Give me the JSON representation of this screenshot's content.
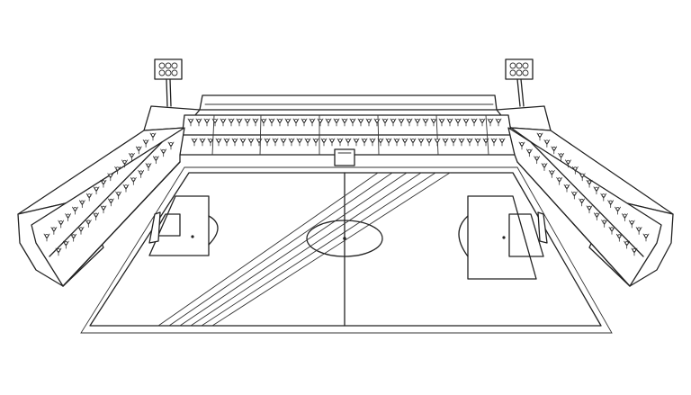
{
  "scene": {
    "subject": "",
    "style": "black-and-white line art",
    "colors": {
      "line": "#222222",
      "background": "#ffffff"
    }
  },
  "elements": {
    "floodlights": 2,
    "stands": [
      "left-stand",
      "back-stand",
      "right-stand"
    ],
    "field_markings": [
      "touchlines",
      "halfway-line",
      "centre-circle",
      "centre-spot",
      "penalty-areas",
      "goal-areas",
      "penalty-arcs",
      "penalty-spots",
      "goals",
      "diagonal-stripes"
    ]
  }
}
